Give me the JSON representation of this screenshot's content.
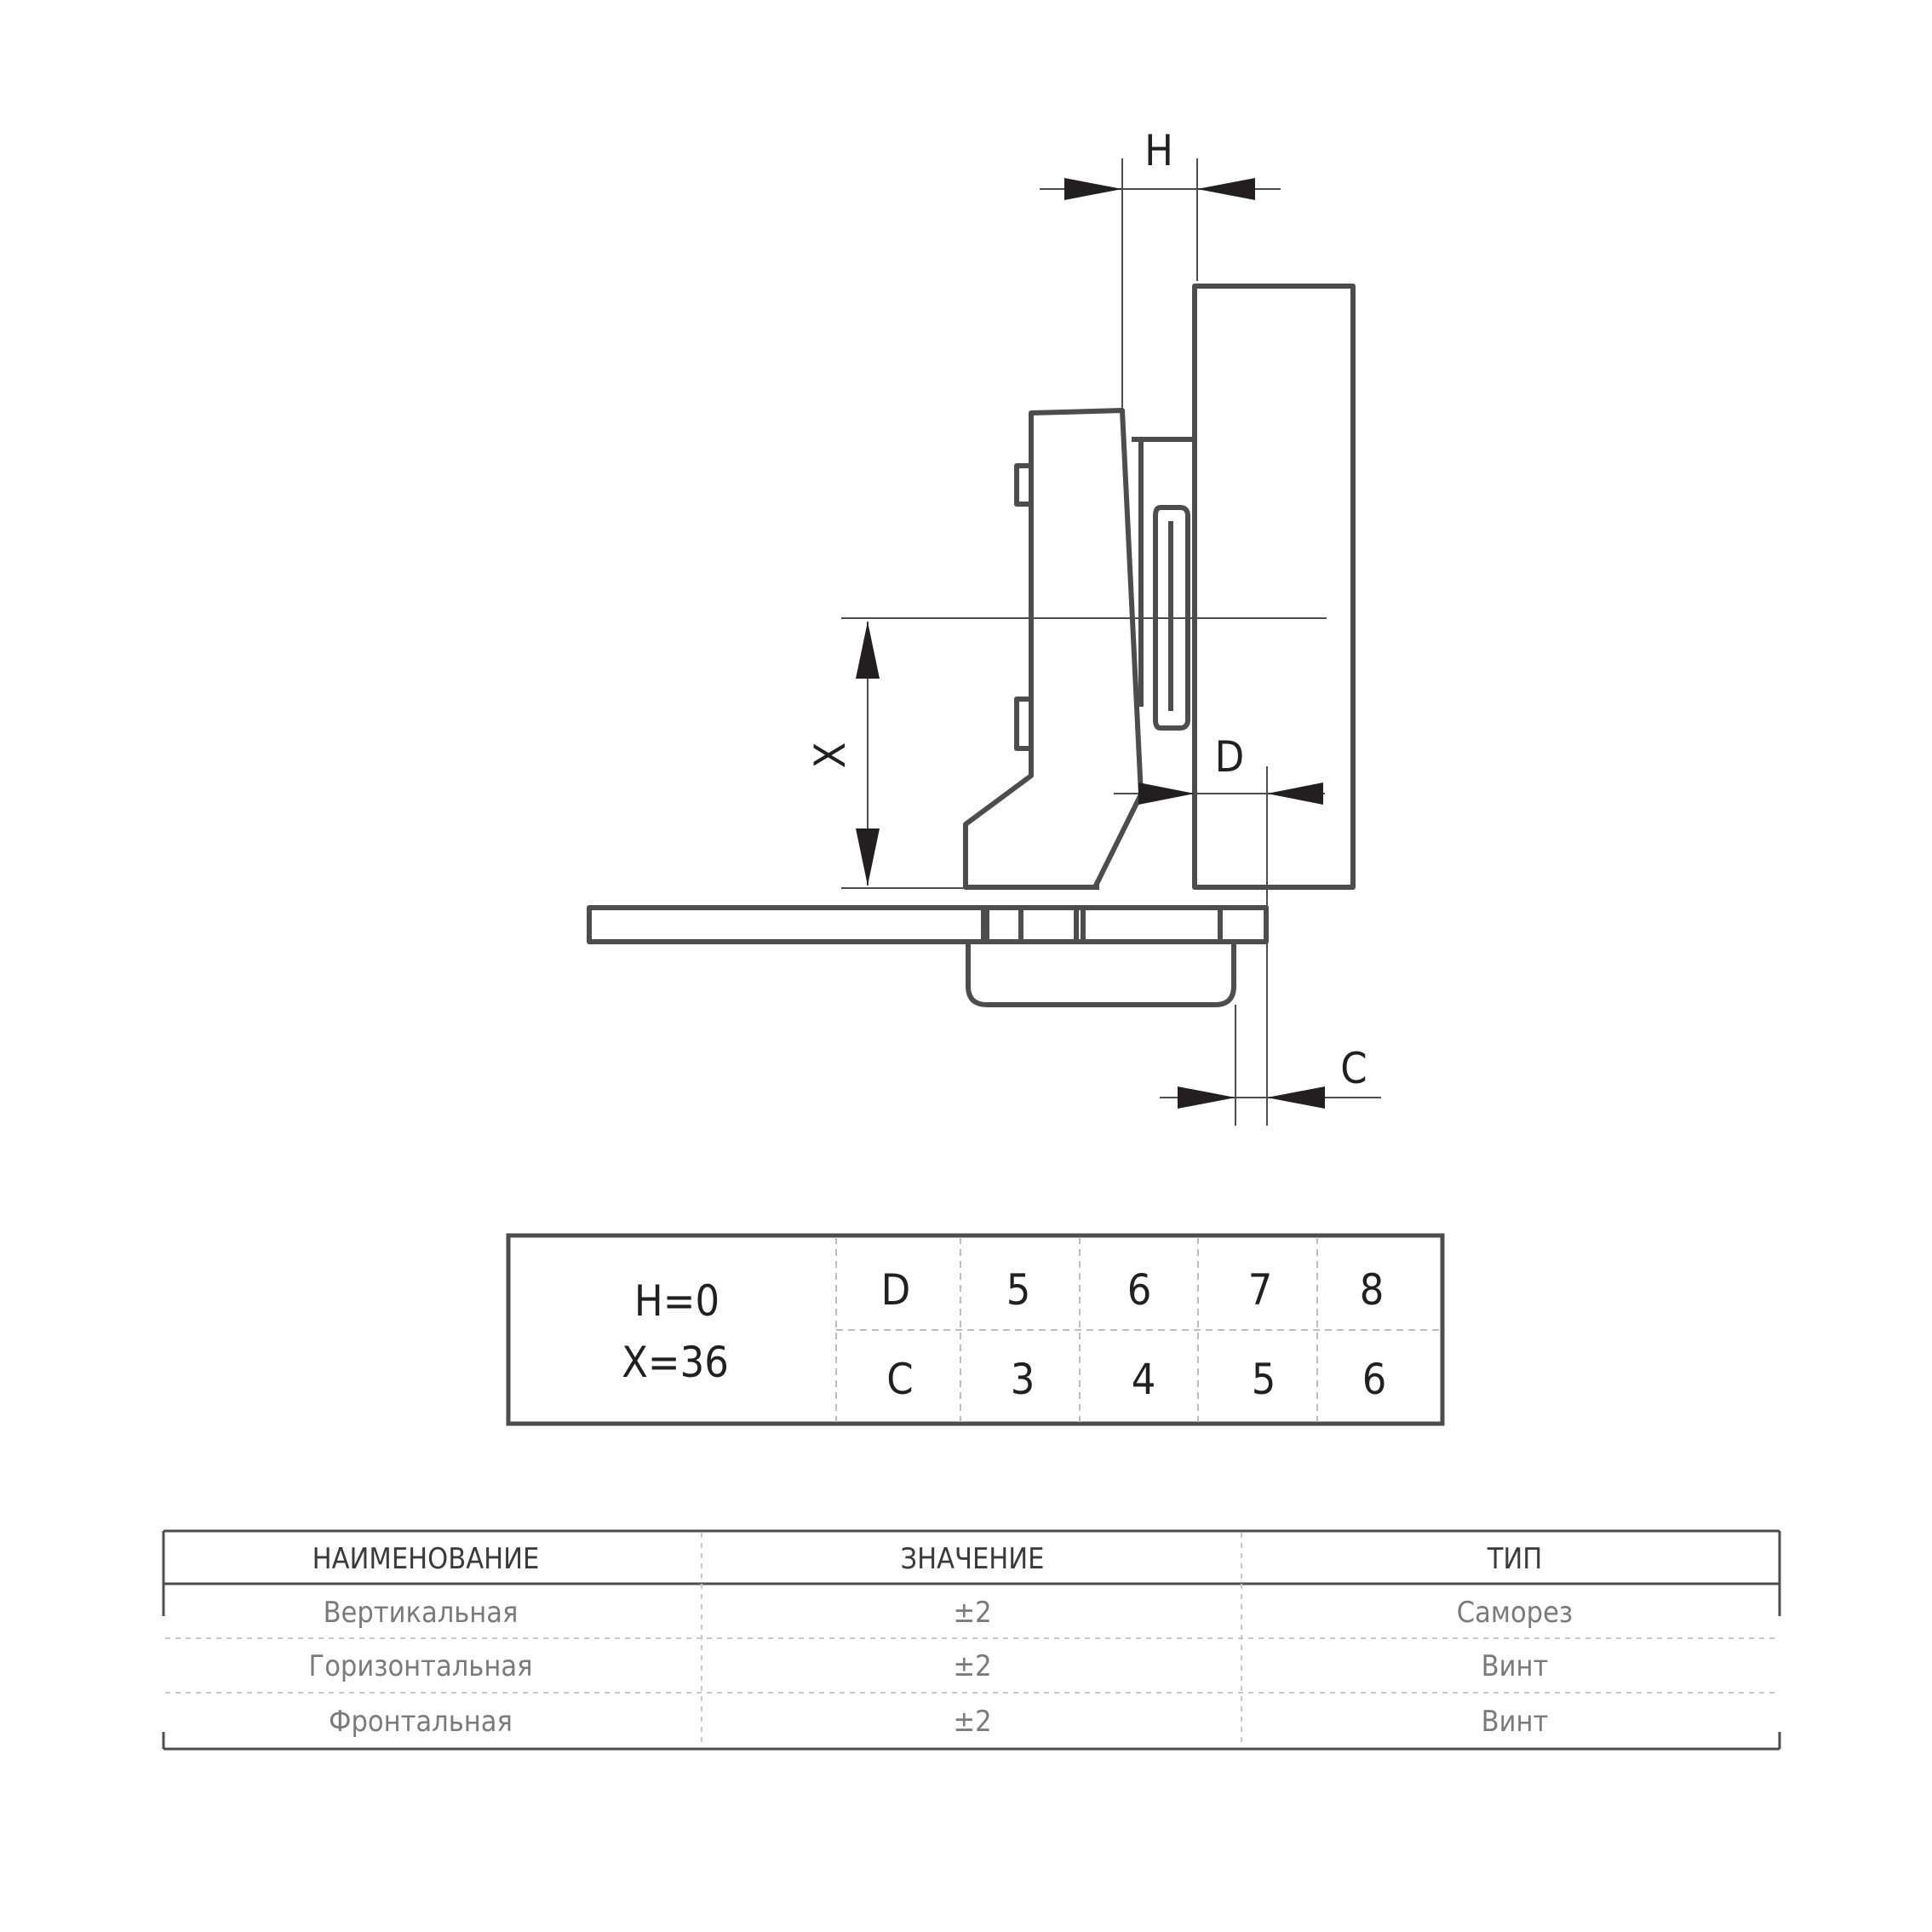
{
  "colors": {
    "line": "#4d4d4f",
    "arrow": "#231f20",
    "dash": "#bdbdbd",
    "text_dark": "#231f20",
    "text_muted": "#7a7a7a"
  },
  "diagram": {
    "labels": {
      "h": "H",
      "x": "X",
      "d": "D",
      "c": "C"
    }
  },
  "dc_table": {
    "params": [
      "H=0",
      "X=36"
    ],
    "row_d": {
      "label": "D",
      "values": [
        "5",
        "6",
        "7",
        "8"
      ]
    },
    "row_c": {
      "label": "C",
      "values": [
        "3",
        "4",
        "5",
        "6"
      ]
    }
  },
  "spec_table": {
    "headers": [
      "НАИМЕНОВАНИЕ",
      "ЗНАЧЕНИЕ",
      "ТИП"
    ],
    "rows": [
      [
        "Вертикальная",
        "±2",
        "Саморез"
      ],
      [
        "Горизонтальная",
        "±2",
        "Винт"
      ],
      [
        "Фронтальная",
        "±2",
        "Винт"
      ]
    ]
  }
}
